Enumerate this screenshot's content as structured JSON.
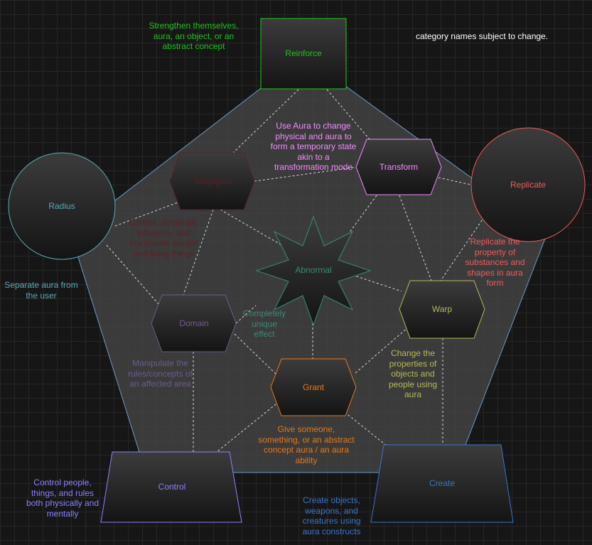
{
  "note": "category names subject to change.",
  "colors": {
    "reinforce": "#1ec41e",
    "transform": "#f28cff",
    "replicate": "#f05a5a",
    "radius": "#5aa8b8",
    "subjugate": "#5e1f22",
    "abnormal": "#3a8a78",
    "domain": "#6e5a8c",
    "warp": "#b8b85a",
    "grant": "#e87814",
    "control": "#8a82ff",
    "create": "#3a74c8",
    "pentagon": "#4a4a4a"
  },
  "nodes": {
    "reinforce": {
      "label": "Reinforce",
      "desc": "Strengthen themselves, aura, an object, or an abstract concept"
    },
    "transform": {
      "label": "Transform",
      "desc": "Use Aura to change physical and aura to form a temporary state akin to a transformation mode"
    },
    "replicate": {
      "label": "Replicate",
      "desc": "Replicate the property of substances and shapes in aura form"
    },
    "radius": {
      "label": "Radius",
      "desc": "Separate aura from the user"
    },
    "subjugate": {
      "label": "Subjugate",
      "desc": "Control, dominate, influence, and manipulate people and living things"
    },
    "abnormal": {
      "label": "Abnormal",
      "desc": "Completely unique effect"
    },
    "domain": {
      "label": "Domain",
      "desc": "Manipulate the rules/concepts of an affected area"
    },
    "warp": {
      "label": "Warp",
      "desc": "Change the properties of objects and people using aura"
    },
    "grant": {
      "label": "Grant",
      "desc": "Give someone, something, or an abstract concept aura / an aura ability"
    },
    "control": {
      "label": "Control",
      "desc": "Control people, things, and rules both physically and mentally"
    },
    "create": {
      "label": "Create",
      "desc": "Create objects, weapons, and creatures using aura constructs"
    }
  }
}
